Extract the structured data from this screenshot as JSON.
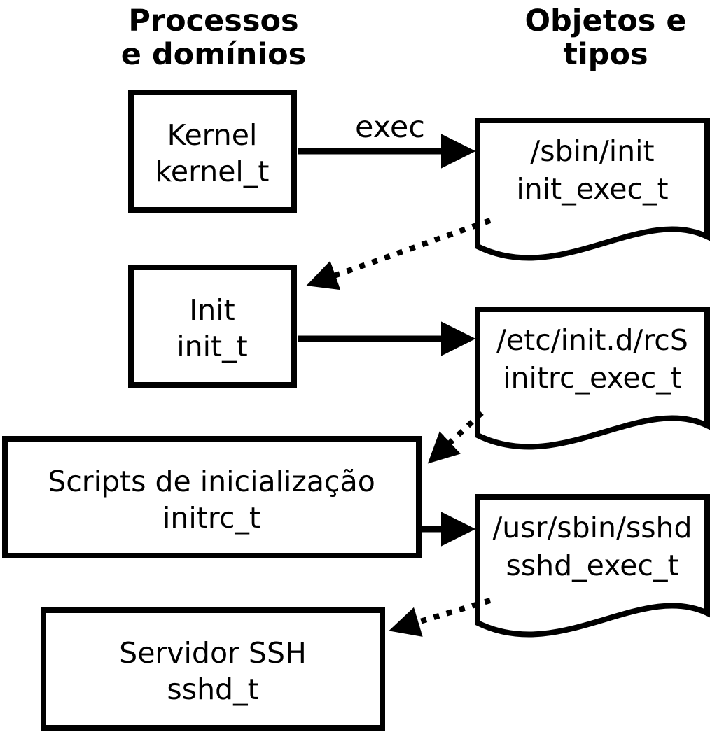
{
  "columns": {
    "left": {
      "line1": "Processos",
      "line2": "e domínios"
    },
    "right": {
      "line1": "Objetos e",
      "line2": "tipos"
    }
  },
  "processes": [
    {
      "name": "Kernel",
      "type": "kernel_t"
    },
    {
      "name": "Init",
      "type": "init_t"
    },
    {
      "name": "Scripts de inicialização",
      "type": "initrc_t"
    },
    {
      "name": "Servidor SSH",
      "type": "sshd_t"
    }
  ],
  "objects": [
    {
      "path": "/sbin/init",
      "type": "init_exec_t"
    },
    {
      "path": "/etc/init.d/rcS",
      "type": "initrc_exec_t"
    },
    {
      "path": "/usr/sbin/sshd",
      "type": "sshd_exec_t"
    }
  ],
  "edges": {
    "exec_label": "exec"
  },
  "colors": {
    "stroke": "#000000",
    "fill": "#ffffff",
    "background": "#ffffff"
  }
}
